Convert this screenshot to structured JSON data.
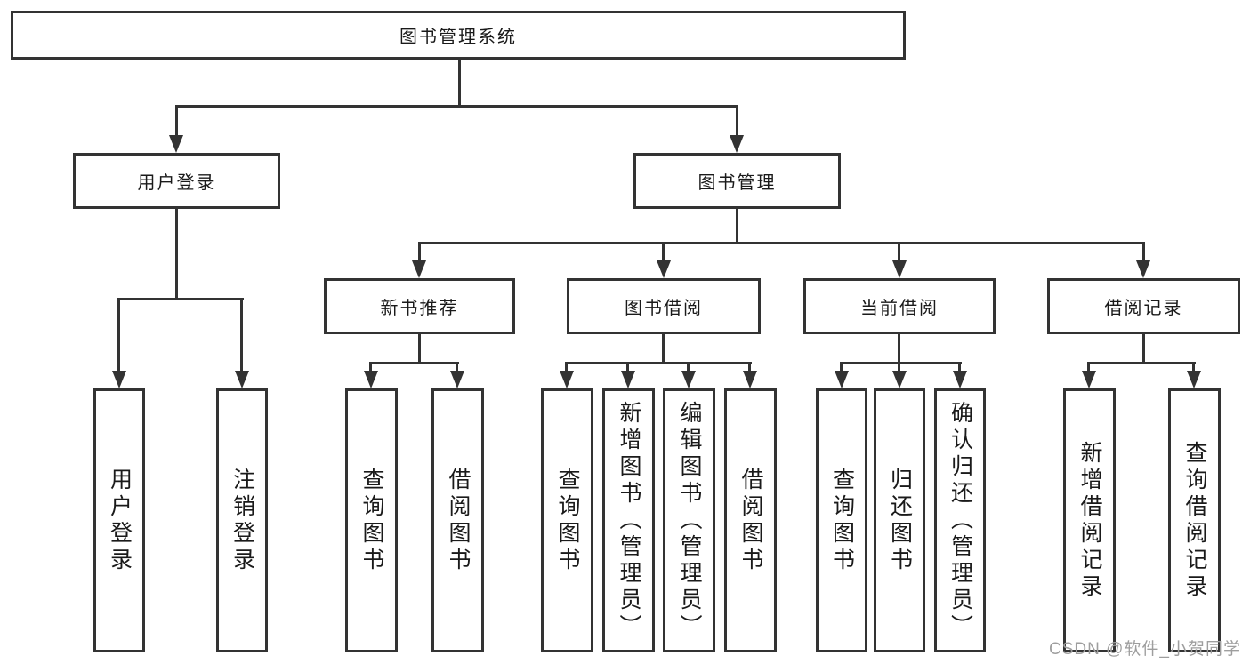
{
  "watermark": {
    "text": "CSDN @软件_小贺同学"
  },
  "colors": {
    "line": "#333333",
    "text": "#1a1a1a",
    "watermark": "#9e9e9e",
    "background": "#ffffff"
  },
  "tree": {
    "root": {
      "label": "图书管理系统"
    },
    "branches": [
      {
        "label": "用户登录",
        "children": [
          {
            "label": "用户登录"
          },
          {
            "label": "注销登录"
          }
        ]
      },
      {
        "label": "图书管理",
        "groups": [
          {
            "label": "新书推荐",
            "children": [
              {
                "label": "查询图书"
              },
              {
                "label": "借阅图书"
              }
            ]
          },
          {
            "label": "图书借阅",
            "children": [
              {
                "label": "查询图书"
              },
              {
                "label": "新增图书（管理员）"
              },
              {
                "label": "编辑图书（管理员）"
              },
              {
                "label": "借阅图书"
              }
            ]
          },
          {
            "label": "当前借阅",
            "children": [
              {
                "label": "查询图书"
              },
              {
                "label": "归还图书"
              },
              {
                "label": "确认归还（管理员）"
              }
            ]
          },
          {
            "label": "借阅记录",
            "children": [
              {
                "label": "新增借阅记录"
              },
              {
                "label": "查询借阅记录"
              }
            ]
          }
        ]
      }
    ]
  }
}
